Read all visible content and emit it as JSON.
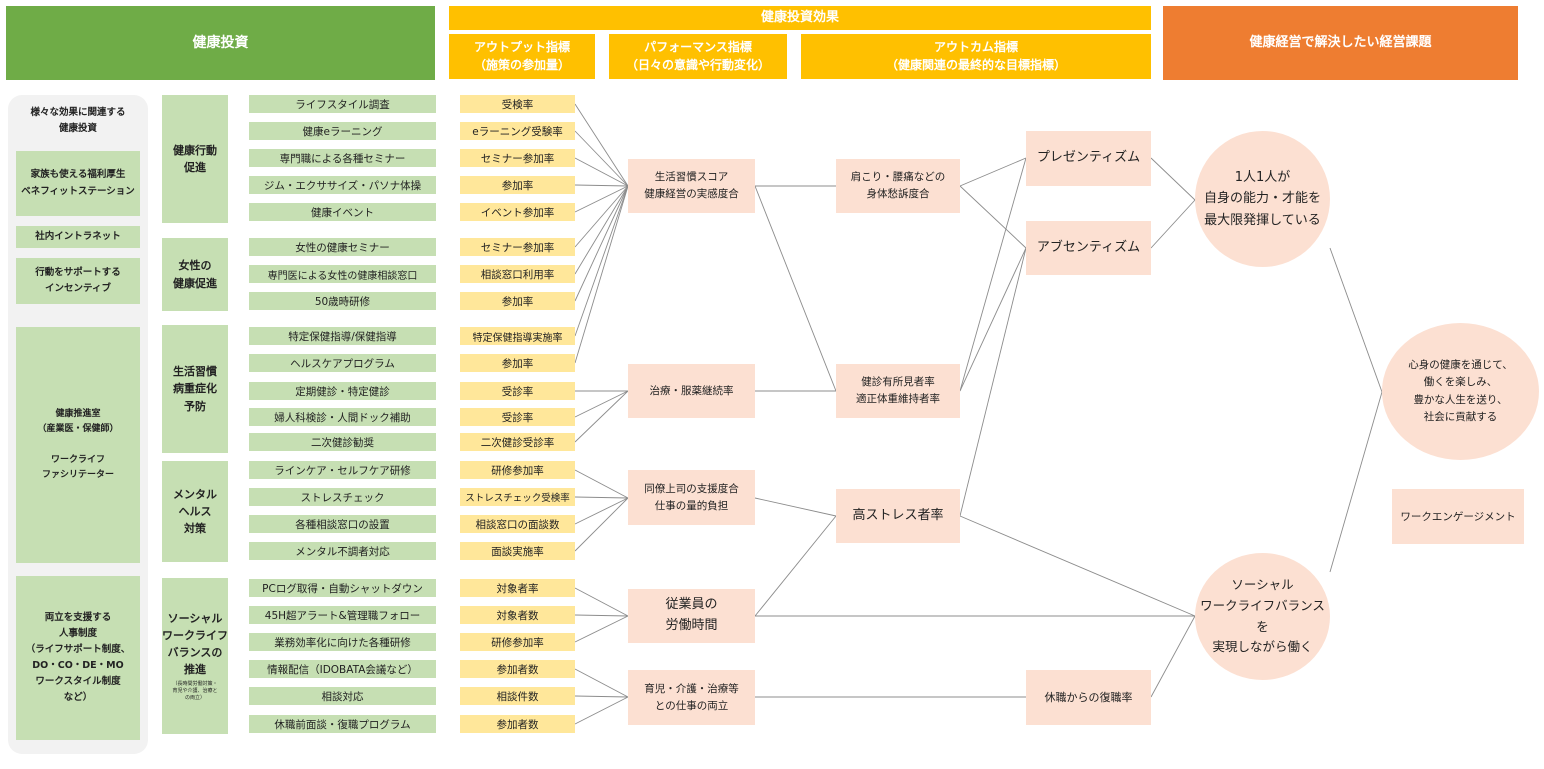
{
  "headers": {
    "investment": "健康投資",
    "effect": "健康投資効果",
    "output": "アウトプット指標\n（施策の参加量）",
    "performance": "パフォーマンス指標\n（日々の意識や行動変化）",
    "outcome": "アウトカム指標\n（健康関連の最終的な目標指標）",
    "issues": "健康経営で解決したい経営課題"
  },
  "left_panel": [
    "様々な効果に関連する\n健康投資",
    "家族も使える福利厚生\nベネフィットステーション",
    "社内イントラネット",
    "行動をサポートする\nインセンティブ",
    "健康推進室\n（産業医・保健師）\n\nワークライフ\nファシリテーター",
    "両立を支援する\n人事制度\n（ライフサポート制度、\nDO・CO・DE・MO\nワークスタイル制度\nなど）"
  ],
  "categories": [
    {
      "label": "健康行動\n促進",
      "note": ""
    },
    {
      "label": "女性の\n健康促進",
      "note": ""
    },
    {
      "label": "生活習慣\n病重症化\n予防",
      "note": ""
    },
    {
      "label": "メンタル\nヘルス\n対策",
      "note": ""
    },
    {
      "label": "ソーシャル\nワークライフ\nバランスの\n推進",
      "note": "（長時間労働対策・\n育児や介護、治療と\nの両立）"
    }
  ],
  "items": [
    {
      "measure": "ライフスタイル調査",
      "output": "受検率"
    },
    {
      "measure": "健康eラーニング",
      "output": "eラーニング受験率"
    },
    {
      "measure": "専門職による各種セミナー",
      "output": "セミナー参加率"
    },
    {
      "measure": "ジム・エクササイズ・パソナ体操",
      "output": "参加率"
    },
    {
      "measure": "健康イベント",
      "output": "イベント参加率"
    },
    {
      "measure": "女性の健康セミナー",
      "output": "セミナー参加率"
    },
    {
      "measure": "専門医による女性の健康相談窓口",
      "output": "相談窓口利用率"
    },
    {
      "measure": "50歳時研修",
      "output": "参加率"
    },
    {
      "measure": "特定保健指導/保健指導",
      "output": "特定保健指導実施率"
    },
    {
      "measure": "ヘルスケアプログラム",
      "output": "参加率"
    },
    {
      "measure": "定期健診・特定健診",
      "output": "受診率"
    },
    {
      "measure": "婦人科検診・人間ドック補助",
      "output": "受診率"
    },
    {
      "measure": "二次健診勧奨",
      "output": "二次健診受診率"
    },
    {
      "measure": "ラインケア・セルフケア研修",
      "output": "研修参加率"
    },
    {
      "measure": "ストレスチェック",
      "output": "ストレスチェック受検率"
    },
    {
      "measure": "各種相談窓口の設置",
      "output": "相談窓口の面談数"
    },
    {
      "measure": "メンタル不調者対応",
      "output": "面談実施率"
    },
    {
      "measure": "PCログ取得・自動シャットダウン",
      "output": "対象者率"
    },
    {
      "measure": "45H超アラート&管理職フォロー",
      "output": "対象者数"
    },
    {
      "measure": "業務効率化に向けた各種研修",
      "output": "研修参加率"
    },
    {
      "measure": "情報配信（IDOBATA会議など）",
      "output": "参加者数"
    },
    {
      "measure": "相談対応",
      "output": "相談件数"
    },
    {
      "measure": "休職前面談・復職プログラム",
      "output": "参加者数"
    }
  ],
  "performance": [
    "生活習慣スコア\n健康経営の実感度合",
    "治療・服薬継続率",
    "同僚上司の支援度合\n仕事の量的負担",
    "従業員の\n労働時間",
    "育児・介護・治療等\nとの仕事の両立"
  ],
  "outcome_mid": [
    "肩こり・腰痛などの\n身体愁訴度合",
    "健診有所見者率\n適正体重維持者率",
    "高ストレス者率"
  ],
  "outcome_right": [
    "プレゼンティズム",
    "アブセンティズム",
    "休職からの復職率"
  ],
  "goals": [
    "1人1人が\n自身の能力・才能を\n最大限発揮している",
    "ソーシャル\nワークライフバランスを\n実現しながら働く",
    "心身の健康を通じて、\n働くを楽しみ、\n豊かな人生を送り、\n社会に貢献する",
    "ワークエンゲージメント"
  ]
}
